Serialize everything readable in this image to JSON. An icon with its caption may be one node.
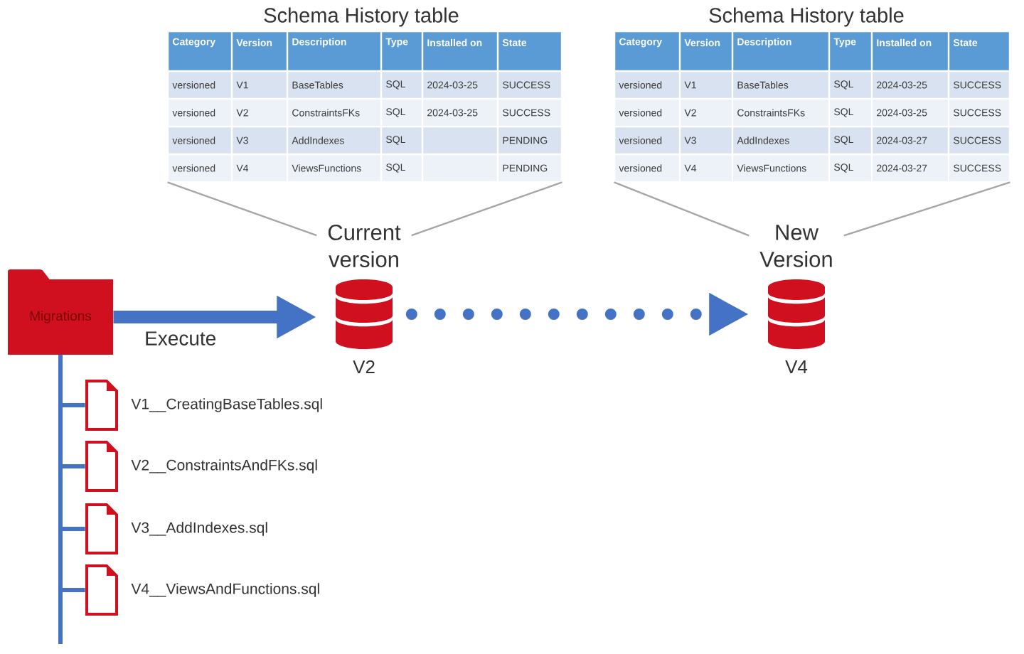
{
  "diagram": {
    "nodes": [
      {
        "text": [
          "Schema History table",
          "Category",
          "Version",
          "Description",
          "Type",
          "Installed on",
          "State",
          "versioned",
          "V1",
          "BaseTables",
          "SQL",
          "2024-03-25",
          "SUCCESS",
          "versioned",
          "V2",
          "ConstraintsFKs",
          "SQL",
          "2024-03-25",
          "SUCCESS",
          "versioned",
          "V3",
          "AddIndexes",
          "SQL",
          "PENDING",
          "versioned",
          "V4",
          "ViewsFunctions",
          "SQL",
          "PENDING"
        ]
      },
      {
        "text": [
          "Schema History table",
          "Category",
          "Version",
          "Description",
          "Type",
          "Installed on",
          "State",
          "versioned",
          "V1",
          "BaseTables",
          "SQL",
          "2024-03-25",
          "SUCCESS",
          "versioned",
          "V2",
          "ConstraintsFKs",
          "SQL",
          "2024-03-25",
          "SUCCESS",
          "versioned",
          "V3",
          "AddIndexes",
          "SQL",
          "2024-03-27",
          "SUCCESS",
          "versioned",
          "V4",
          "ViewsFunctions",
          "SQL",
          "2024-03-27",
          "SUCCESS"
        ]
      },
      {
        "text": [
          "Migrations"
        ]
      },
      {
        "text": [
          "Current version",
          "V2"
        ]
      },
      {
        "text": [
          "New Version",
          "V4"
        ]
      },
      {
        "text": [
          "V1__CreatingBaseTables.sql"
        ]
      },
      {
        "text": [
          "V2__ConstraintsAndFKs.sql"
        ]
      },
      {
        "text": [
          "V3__AddIndexes.sql"
        ]
      },
      {
        "text": [
          "V4__ViewsAndFunctions.sql"
        ]
      }
    ],
    "edges": [
      {
        "from": 0,
        "to": 3,
        "arrow": "none",
        "color": "#a6a6a6"
      },
      {
        "from": 0,
        "to": 3,
        "arrow": "none",
        "color": "#a6a6a6"
      },
      {
        "from": 1,
        "to": 4,
        "arrow": "none",
        "color": "#a6a6a6"
      },
      {
        "from": 1,
        "to": 4,
        "arrow": "none",
        "color": "#a6a6a6"
      },
      {
        "from": 2,
        "to": 3,
        "arrow": "to",
        "label": "Execute",
        "style": "thick"
      },
      {
        "from": 3,
        "to": 4,
        "arrow": "to",
        "style": "dashed"
      },
      {
        "from": 2,
        "to": 5,
        "arrow": "none"
      },
      {
        "from": 2,
        "to": 6,
        "arrow": "none"
      },
      {
        "from": 2,
        "to": 7,
        "arrow": "none"
      },
      {
        "from": 2,
        "to": 8,
        "arrow": "none"
      }
    ]
  }
}
